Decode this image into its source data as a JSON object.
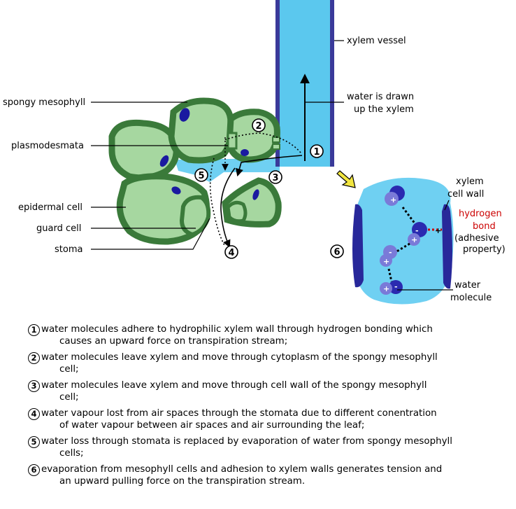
{
  "labels": {
    "xylem_vessel": "xylem vessel",
    "water_drawn_1": "water is drawn",
    "water_drawn_2": "up the xylem",
    "spongy_mesophyll": "spongy mesophyll",
    "plasmodesmata": "plasmodesmata",
    "epidermal_cell": "epidermal cell",
    "guard_cell": "guard cell",
    "stoma": "stoma",
    "xylem_cell_wall_1": "xylem",
    "xylem_cell_wall_2": "cell wall",
    "hydrogen_1": "hydrogen",
    "hydrogen_2": "bond",
    "adhesive_1": "(adhesive",
    "adhesive_2": "property)",
    "water_molecule_1": "water",
    "water_molecule_2": "molecule"
  },
  "markers": [
    "1",
    "2",
    "3",
    "4",
    "5",
    "6"
  ],
  "charges": {
    "positive": "+",
    "negative": "-"
  },
  "colors": {
    "xylem_fill": "#5bc8ee",
    "xylem_wall": "#3a3a9a",
    "cell_wall": "#3a7a3a",
    "cytoplasm": "#a6d7a0",
    "nucleus": "#1a1aa0",
    "air_space": "#6fd0f2",
    "hydrogen_bond": "#cc0000"
  },
  "steps": [
    {
      "num": "1",
      "line1": "water molecules adhere to hydrophilic xylem wall through hydrogen bonding which",
      "line2": "causes an upward force on transpiration stream;"
    },
    {
      "num": "2",
      "line1": "water molecules leave xylem and move through cytoplasm of the spongy mesophyll",
      "line2": "cell;"
    },
    {
      "num": "3",
      "line1": "water molecules leave xylem and move through cell wall of the spongy mesophyll",
      "line2": "cell;"
    },
    {
      "num": "4",
      "line1": "water vapour lost from air spaces through the stomata due to different conentration",
      "line2": "of water vapour between air spaces and air surrounding the leaf;"
    },
    {
      "num": "5",
      "line1": "water loss through stomata is replaced by evaporation of water from spongy mesophyll",
      "line2": "cells;"
    },
    {
      "num": "6",
      "line1": "evaporation from mesophyll cells and adhesion to xylem walls generates tension and",
      "line2": "an upward pulling force on the transpiration stream."
    }
  ]
}
